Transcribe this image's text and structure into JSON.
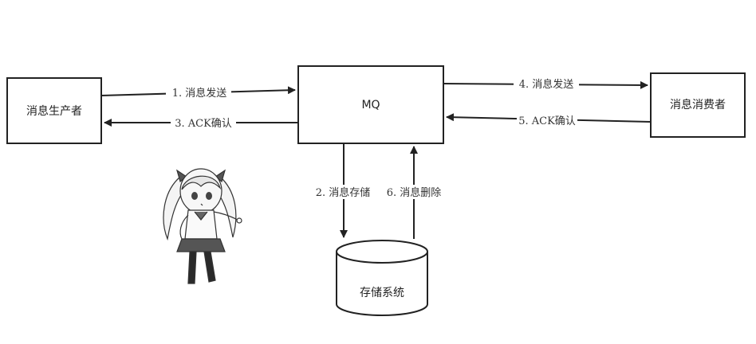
{
  "nodes": {
    "producer": "消息生产者",
    "mq": "MQ",
    "consumer": "消息消费者",
    "storage": "存储系统"
  },
  "edges": {
    "send_to_mq": "1. 消息发送",
    "store": "2. 消息存储",
    "ack_to_producer": "3. ACK确认",
    "send_to_consumer": "4. 消息发送",
    "ack_from_consumer": "5. ACK确认",
    "delete": "6. 消息删除"
  },
  "colors": {
    "stroke": "#222222",
    "background": "#ffffff"
  },
  "illustration": "anime-girl-pointing"
}
